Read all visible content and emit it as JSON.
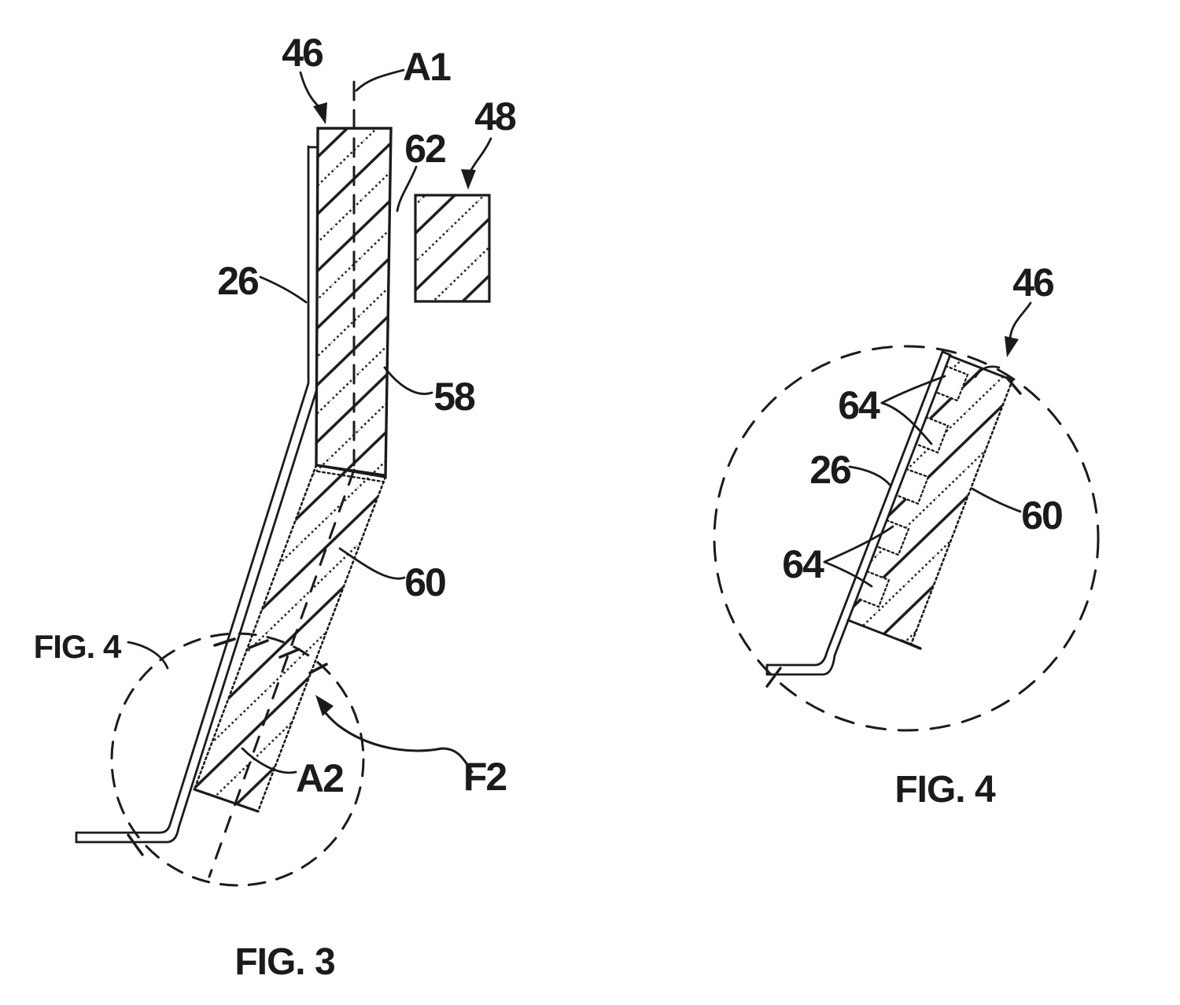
{
  "page": {
    "title": "Patent drawing sheet - wiper blade figures",
    "background_color": "#ffffff",
    "ink_color": "#1b1b1b"
  },
  "fig3": {
    "caption": "FIG. 3",
    "labels": {
      "n46": "46",
      "a1": "A1",
      "n48": "48",
      "n62": "62",
      "n26": "26",
      "n58": "58",
      "n60": "60",
      "fig4ref": "FIG. 4",
      "a2": "A2",
      "f2": "F2"
    }
  },
  "fig4": {
    "caption": "FIG. 4",
    "labels": {
      "n46": "46",
      "n64a": "64",
      "n26": "26",
      "n60": "60",
      "n64b": "64"
    }
  }
}
